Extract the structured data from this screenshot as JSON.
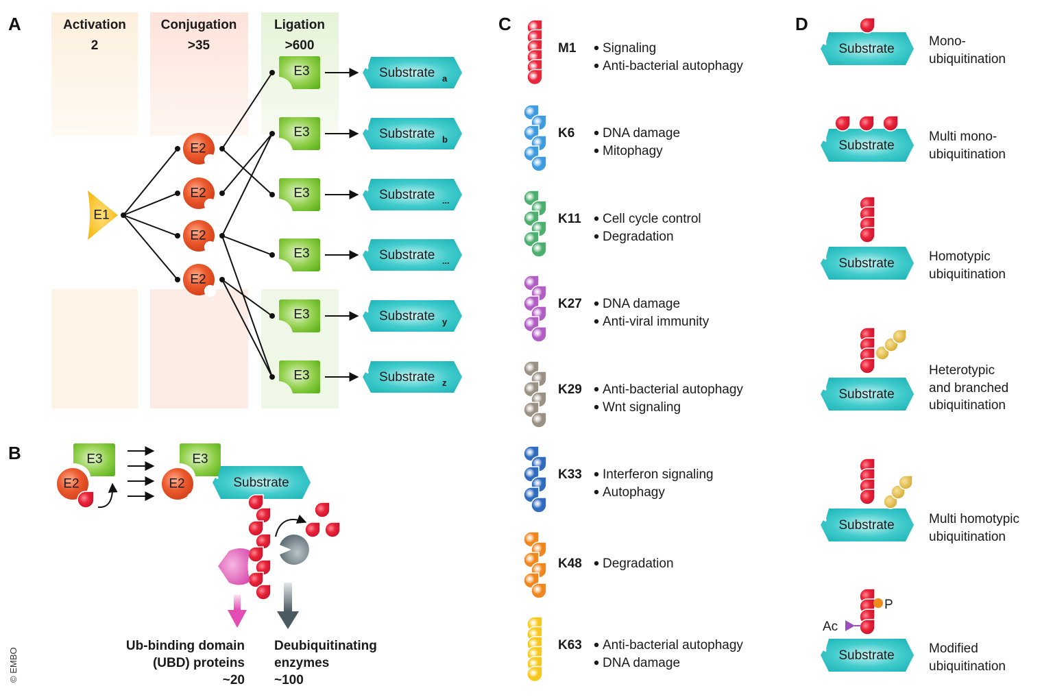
{
  "colors": {
    "ub_red": "#e8253a",
    "e1_yellow": "#f7b500",
    "e2_orange": "#e8502a",
    "e3_green": "#6cbf2a",
    "substrate_teal": "#2cc2c4",
    "ubd_pink": "#e066b8",
    "dub_gray": "#5f6f76",
    "col_activation": "#fdf1e2",
    "col_conjugation": "#fde6df",
    "col_ligation": "#ebf5e0"
  },
  "panelA": {
    "letter": "A",
    "columns": [
      {
        "title": "Activation",
        "count": "2"
      },
      {
        "title": "Conjugation",
        "count": ">35"
      },
      {
        "title": "Ligation",
        "count": ">600"
      }
    ],
    "e1": {
      "label": "E1"
    },
    "e2": [
      {
        "label": "E2"
      },
      {
        "label": "E2"
      },
      {
        "label": "E2"
      },
      {
        "label": "E2"
      }
    ],
    "e3": [
      {
        "label": "E3"
      },
      {
        "label": "E3"
      },
      {
        "label": "E3"
      },
      {
        "label": "E3"
      },
      {
        "label": "E3"
      },
      {
        "label": "E3"
      }
    ],
    "e2_to_e3": [
      [
        0,
        0
      ],
      [
        0,
        2
      ],
      [
        1,
        1
      ],
      [
        2,
        1
      ],
      [
        2,
        3
      ],
      [
        2,
        5
      ],
      [
        3,
        4
      ],
      [
        3,
        5
      ]
    ],
    "substrates": [
      {
        "label": "Substrate",
        "index": "a"
      },
      {
        "label": "Substrate",
        "index": "b"
      },
      {
        "label": "Substrate",
        "index": "..."
      },
      {
        "label": "Substrate",
        "index": "..."
      },
      {
        "label": "Substrate",
        "index": "y"
      },
      {
        "label": "Substrate",
        "index": "z"
      }
    ]
  },
  "panelB": {
    "letter": "B",
    "e3_label": "E3",
    "e2_label": "E2",
    "substrate_label": "Substrate",
    "ubd": {
      "line1": "Ub-binding domain",
      "line2": "(UBD) proteins",
      "count": "~20"
    },
    "dub": {
      "line1": "Deubiquitinating",
      "line2": "enzymes",
      "count": "~100"
    }
  },
  "panelC": {
    "letter": "C",
    "chains": [
      {
        "label": "M1",
        "color": "#e8253a",
        "style": "linear",
        "functions": [
          "Signaling",
          "Anti-bacterial autophagy"
        ]
      },
      {
        "label": "K6",
        "color": "#3f9be0",
        "style": "zigzag",
        "functions": [
          "DNA damage",
          "Mitophagy"
        ]
      },
      {
        "label": "K11",
        "color": "#4caf6e",
        "style": "zigzag",
        "functions": [
          "Cell cycle control",
          "Degradation"
        ]
      },
      {
        "label": "K27",
        "color": "#b25dc6",
        "style": "zigzag",
        "functions": [
          "DNA damage",
          "Anti-viral immunity"
        ]
      },
      {
        "label": "K29",
        "color": "#9a9184",
        "style": "zigzag",
        "functions": [
          "Anti-bacterial autophagy",
          "Wnt signaling"
        ]
      },
      {
        "label": "K33",
        "color": "#2f6bbf",
        "style": "zigzag",
        "functions": [
          "Interferon signaling",
          "Autophagy"
        ]
      },
      {
        "label": "K48",
        "color": "#f2861e",
        "style": "zigzag",
        "functions": [
          "Degradation"
        ]
      },
      {
        "label": "K63",
        "color": "#f8c81c",
        "style": "linear",
        "functions": [
          "Anti-bacterial autophagy",
          "DNA damage"
        ]
      }
    ]
  },
  "panelD": {
    "letter": "D",
    "substrate_label": "Substrate",
    "types": [
      {
        "lines": [
          "Mono-",
          "ubiquitination"
        ]
      },
      {
        "lines": [
          "Multi mono-",
          "ubiquitination"
        ]
      },
      {
        "lines": [
          "Homotypic",
          "ubiquitination"
        ]
      },
      {
        "lines": [
          "Heterotypic",
          "and branched",
          "ubiquitination"
        ]
      },
      {
        "lines": [
          "Multi homotypic",
          "ubiquitination"
        ]
      },
      {
        "lines": [
          "Modified",
          "ubiquitination"
        ]
      }
    ],
    "modifiers": {
      "phospho": "P",
      "acetyl": "Ac"
    }
  },
  "copyright": "© EMBO"
}
